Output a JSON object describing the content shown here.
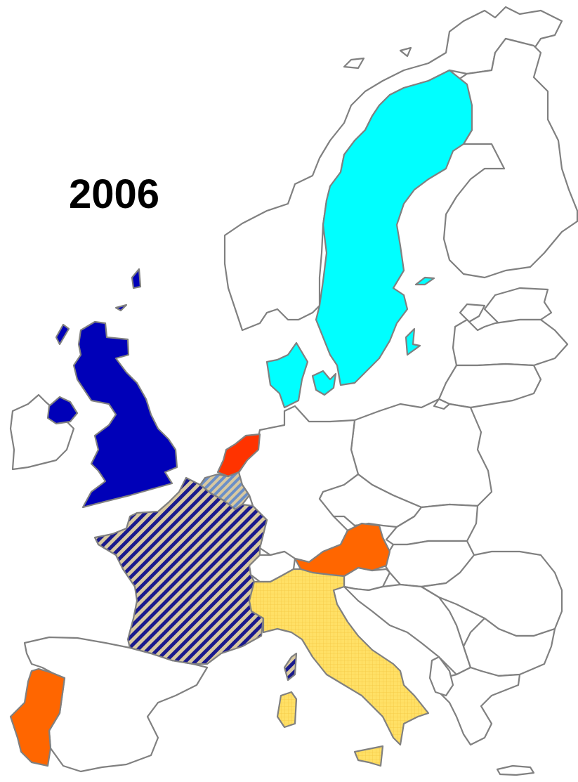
{
  "map": {
    "year": "2006",
    "colors": {
      "uncolored": "#ffffff",
      "border": "#808080",
      "uk": "#0000b8",
      "sweden": "#00ffff",
      "netherlands": "#ff3300",
      "orange_group": "#ff6600",
      "italy": "#ffe066",
      "france_stripe_dark": "#1a1a8c",
      "france_stripe_light": "#d9c9a0",
      "belgium_stripe_dark": "#6b8fc7",
      "belgium_stripe_light": "#d9c9a0"
    },
    "highlighted_countries": [
      {
        "name": "united-kingdom",
        "fill": "solid-dark-blue"
      },
      {
        "name": "sweden",
        "fill": "solid-cyan"
      },
      {
        "name": "denmark",
        "fill": "solid-cyan"
      },
      {
        "name": "netherlands",
        "fill": "solid-red-orange"
      },
      {
        "name": "austria",
        "fill": "solid-orange"
      },
      {
        "name": "portugal",
        "fill": "solid-orange"
      },
      {
        "name": "italy",
        "fill": "yellow-grid"
      },
      {
        "name": "france",
        "fill": "dark-blue-diagonal-stripes"
      },
      {
        "name": "belgium",
        "fill": "light-blue-diagonal-stripes"
      }
    ]
  }
}
